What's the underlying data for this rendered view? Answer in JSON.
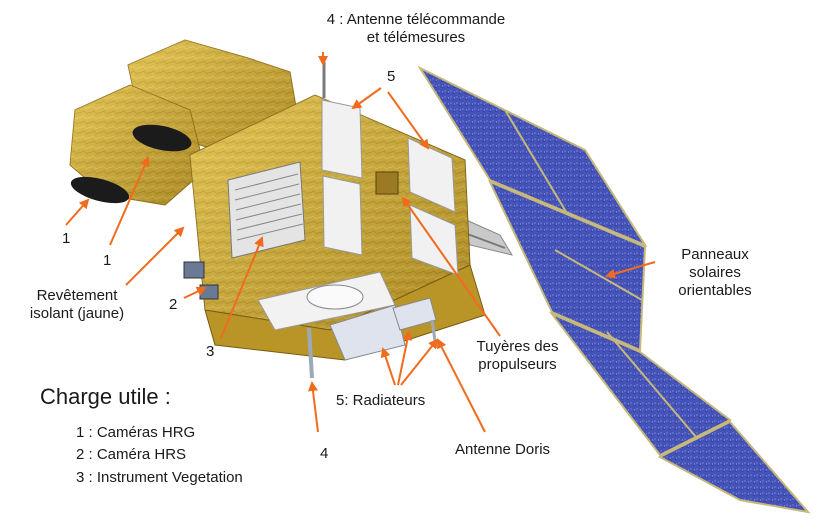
{
  "labels": {
    "antenna_top_line1": "4 : Antenne télécommande",
    "antenna_top_line2": "et télémesures",
    "num5_top": "5",
    "num1_left": "1",
    "num1_mid": "1",
    "coating_line1": "Revêtement",
    "coating_line2": "isolant (jaune)",
    "num2": "2",
    "num3": "3",
    "panels_line1": "Panneaux",
    "panels_line2": "solaires",
    "panels_line3": "orientables",
    "thrusters_line1": "Tuyères des",
    "thrusters_line2": "propulseurs",
    "radiators": "5: Radiateurs",
    "num4_bottom": "4",
    "doris": "Antenne Doris"
  },
  "legend": {
    "title": "Charge utile :",
    "items": [
      "1 : Caméras HRG",
      "2 : Caméra HRS",
      "3 : Instrument Vegetation"
    ]
  },
  "colors": {
    "arrow": "#f26b1d",
    "gold": "#d8b53a",
    "solar": "#4652b8"
  }
}
